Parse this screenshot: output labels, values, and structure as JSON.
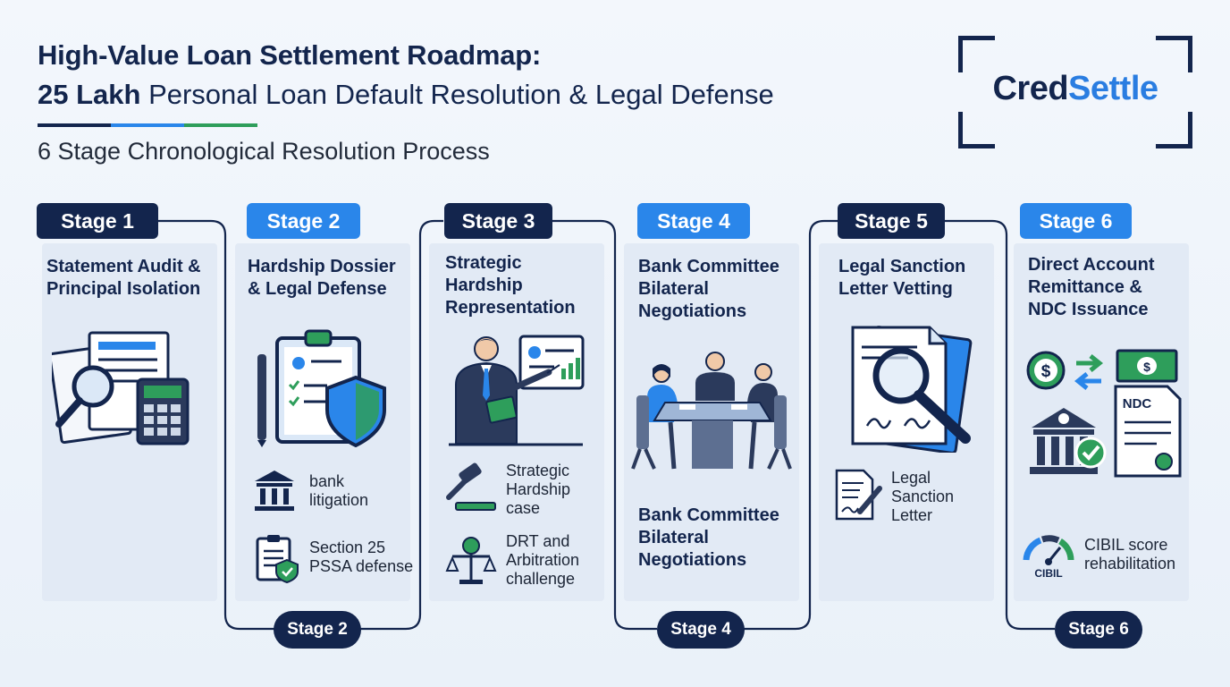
{
  "header": {
    "title_line1": "High-Value Loan Settlement Roadmap:",
    "title_line2_bold": "25 Lakh",
    "title_line2_rest": " Personal Loan Default Resolution & Legal Defense",
    "subtitle": "6 Stage Chronological Resolution Process"
  },
  "logo": {
    "part1": "Cred",
    "part2": "Settle"
  },
  "colors": {
    "navy": "#13254d",
    "blue": "#2a86ea",
    "green": "#2e9e5b",
    "panel": "#e2eaf5"
  },
  "stages": [
    {
      "label": "Stage 1",
      "heading": [
        "Statement Audit &",
        "Principal Isolation"
      ],
      "icon": "statement-audit-icon"
    },
    {
      "label": "Stage 2",
      "heading": [
        "Hardship Dossier",
        "& Legal Defense"
      ],
      "icon": "dossier-shield-icon",
      "items": [
        {
          "icon": "bank-icon",
          "text": [
            "bank",
            "litigation"
          ]
        },
        {
          "icon": "clipboard-shield-icon",
          "text": [
            "Section 25",
            "PSSA defense"
          ]
        }
      ]
    },
    {
      "label": "Stage 3",
      "heading": [
        "Strategic",
        "Hardship",
        "Representation"
      ],
      "icon": "presenter-icon",
      "items": [
        {
          "icon": "gavel-icon",
          "text": [
            "Strategic",
            "Hardship",
            "case"
          ]
        },
        {
          "icon": "scales-icon",
          "text": [
            "DRT and",
            "Arbitration",
            "challenge"
          ]
        }
      ]
    },
    {
      "label": "Stage 4",
      "heading": [
        "Bank Committee",
        "Bilateral",
        "Negotiations"
      ],
      "icon": "meeting-table-icon",
      "heading2": [
        "Bank Committee",
        "Bilateral",
        "Negotiations"
      ]
    },
    {
      "label": "Stage 5",
      "heading": [
        "Legal Sanction",
        "Letter Vetting"
      ],
      "icon": "document-magnifier-icon",
      "items": [
        {
          "icon": "letter-pen-icon",
          "text": [
            "Legal",
            "Sanction",
            "Letter"
          ]
        }
      ]
    },
    {
      "label": "Stage 6",
      "heading": [
        "Direct Account",
        "Remittance &",
        "NDC Issuance"
      ],
      "icon": "remittance-ndc-icon",
      "ndc_label": "NDC",
      "gauge_label": "CIBIL",
      "items": [
        {
          "icon": "gauge-icon",
          "text": [
            "CIBIL score",
            "rehabilitation"
          ]
        }
      ]
    }
  ],
  "bottom_labels": [
    "Stage 2",
    "Stage 4",
    "Stage 6"
  ]
}
